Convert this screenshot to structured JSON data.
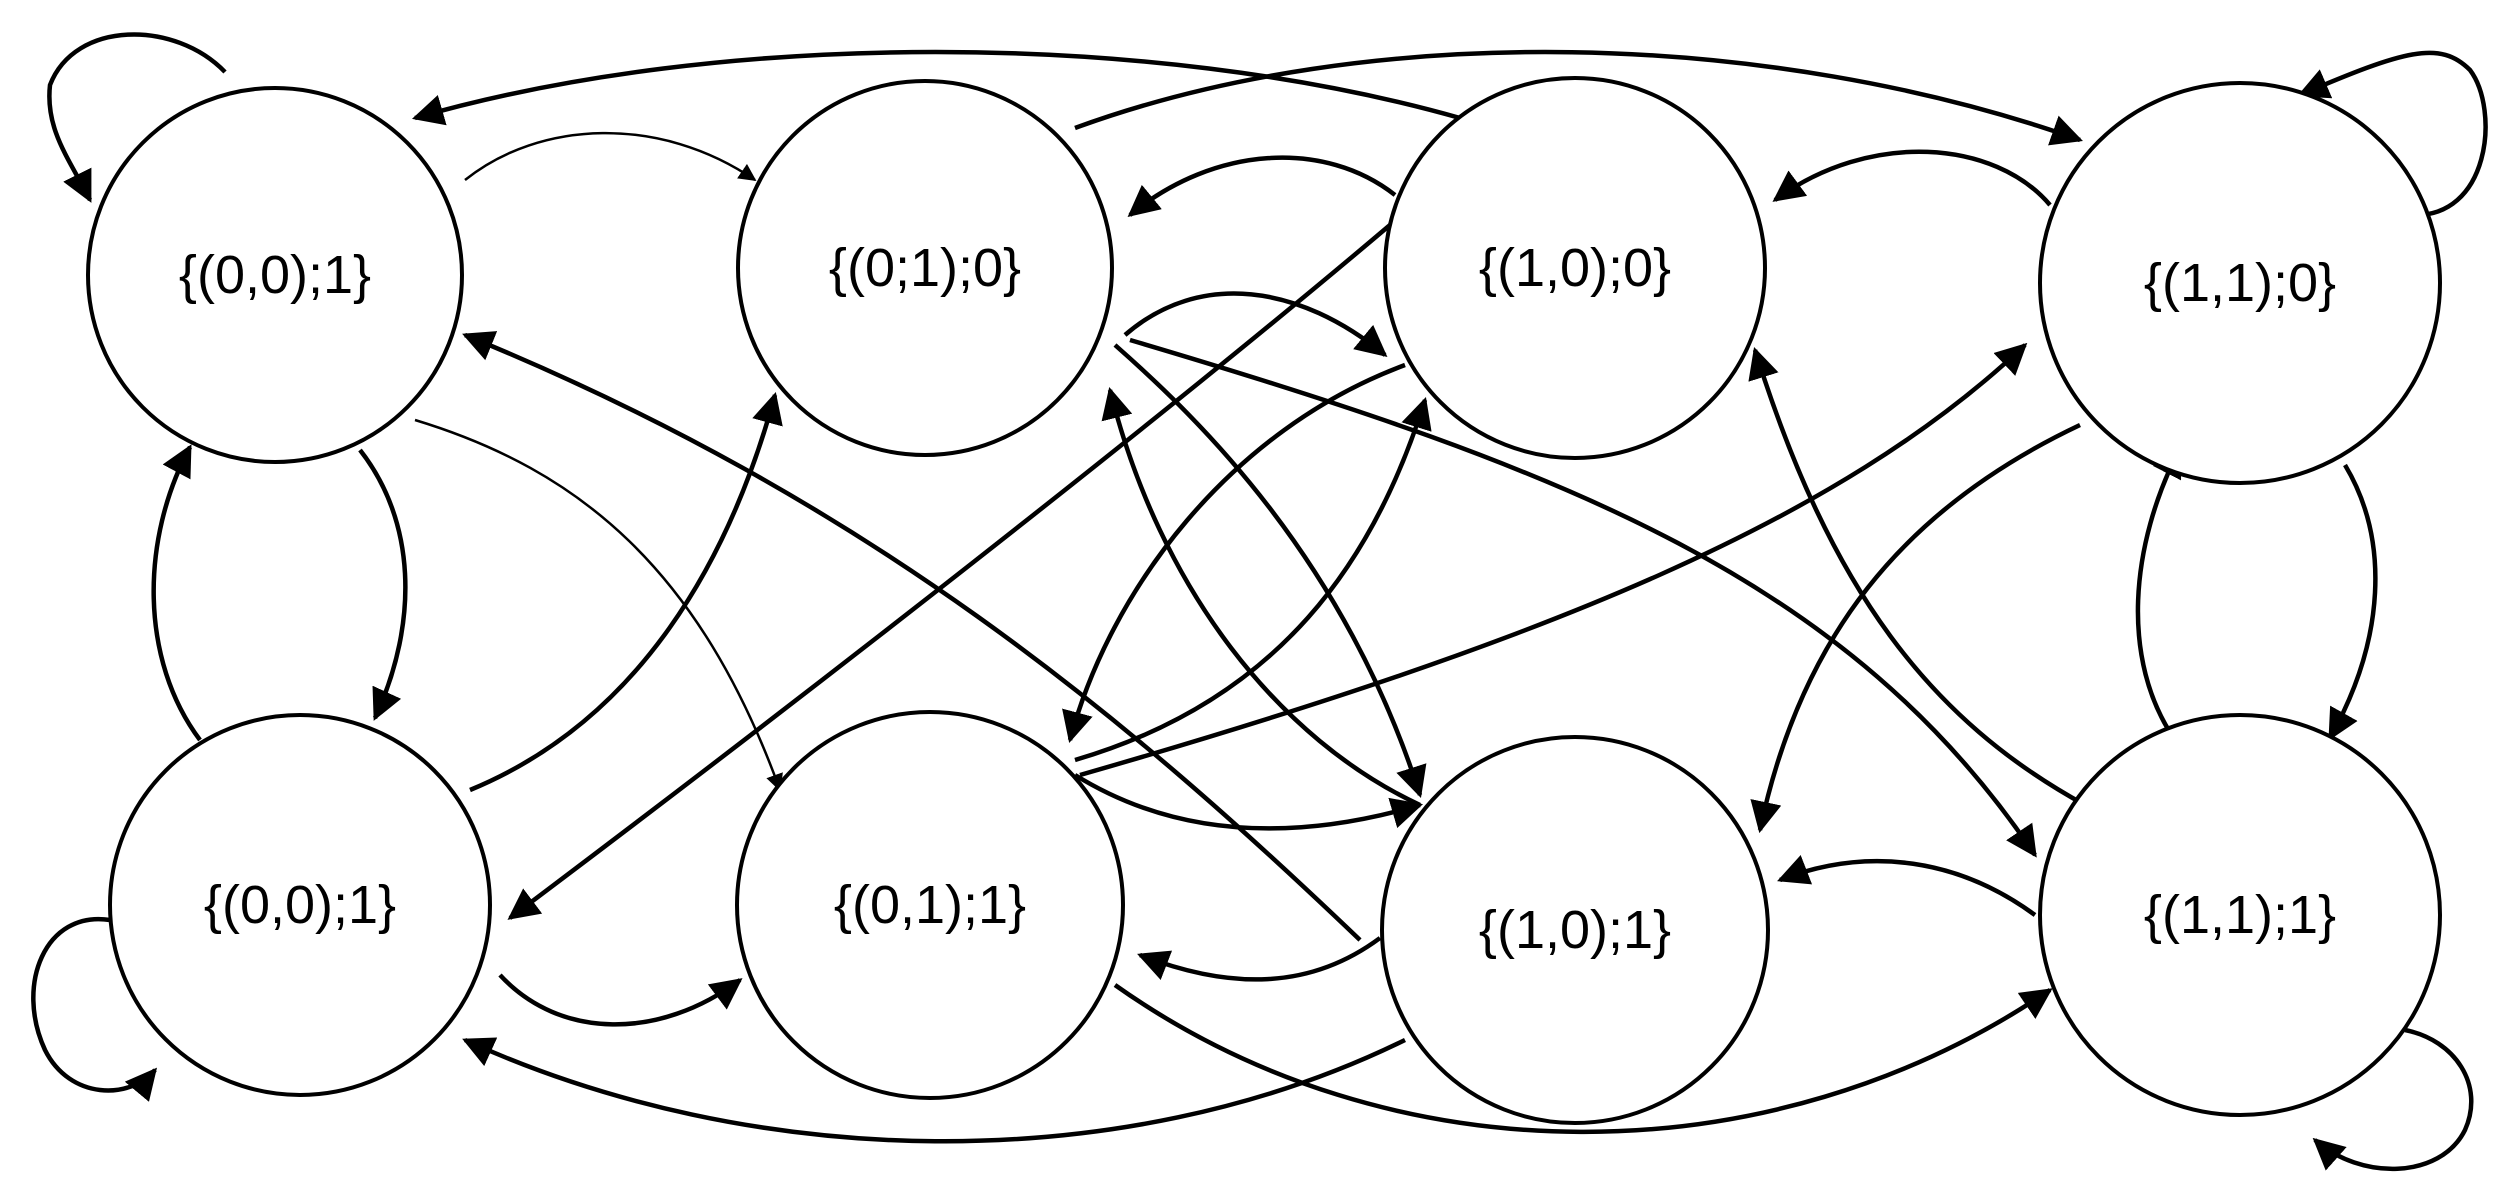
{
  "diagram": {
    "type": "state-transition graph",
    "states": [
      {
        "id": "s00_1_top",
        "label": "{(0,0);1}"
      },
      {
        "id": "s01_0",
        "label": "{(0;1);0}"
      },
      {
        "id": "s10_0",
        "label": "{(1,0);0}"
      },
      {
        "id": "s11_0",
        "label": "{(1,1);0}"
      },
      {
        "id": "s00_1_bottom",
        "label": "{(0,0);1}"
      },
      {
        "id": "s01_1",
        "label": "{(0,1);1}"
      },
      {
        "id": "s10_1",
        "label": "{(1,0);1}"
      },
      {
        "id": "s11_1",
        "label": "{(1,1);1}"
      }
    ],
    "transitions": [
      {
        "from": "s00_1_top",
        "to": "s00_1_top"
      },
      {
        "from": "s11_0",
        "to": "s11_0"
      },
      {
        "from": "s00_1_bottom",
        "to": "s00_1_bottom"
      },
      {
        "from": "s11_1",
        "to": "s11_1"
      },
      {
        "from": "s00_1_top",
        "to": "s01_0"
      },
      {
        "from": "s10_0",
        "to": "s00_1_top"
      },
      {
        "from": "s01_0",
        "to": "s11_0"
      },
      {
        "from": "s10_0",
        "to": "s01_0"
      },
      {
        "from": "s11_0",
        "to": "s10_0"
      },
      {
        "from": "s01_0",
        "to": "s10_0"
      },
      {
        "from": "s00_1_top",
        "to": "s00_1_bottom"
      },
      {
        "from": "s00_1_bottom",
        "to": "s00_1_top"
      },
      {
        "from": "s11_0",
        "to": "s11_1"
      },
      {
        "from": "s11_1",
        "to": "s11_0"
      },
      {
        "from": "s00_1_top",
        "to": "s01_1"
      },
      {
        "from": "s10_1",
        "to": "s00_1_top"
      },
      {
        "from": "s00_1_bottom",
        "to": "s01_0"
      },
      {
        "from": "s10_0",
        "to": "s00_1_bottom"
      },
      {
        "from": "s01_0",
        "to": "s10_1"
      },
      {
        "from": "s10_1",
        "to": "s01_0"
      },
      {
        "from": "s01_1",
        "to": "s10_0"
      },
      {
        "from": "s10_0",
        "to": "s01_1"
      },
      {
        "from": "s01_0",
        "to": "s11_1"
      },
      {
        "from": "s01_1",
        "to": "s11_0"
      },
      {
        "from": "s01_1",
        "to": "s10_1"
      },
      {
        "from": "s11_1",
        "to": "s10_0"
      },
      {
        "from": "s11_0",
        "to": "s10_1"
      },
      {
        "from": "s00_1_bottom",
        "to": "s01_1"
      },
      {
        "from": "s10_1",
        "to": "s01_1"
      },
      {
        "from": "s11_1",
        "to": "s10_1"
      },
      {
        "from": "s10_1",
        "to": "s00_1_bottom"
      },
      {
        "from": "s01_1",
        "to": "s11_1"
      }
    ]
  }
}
